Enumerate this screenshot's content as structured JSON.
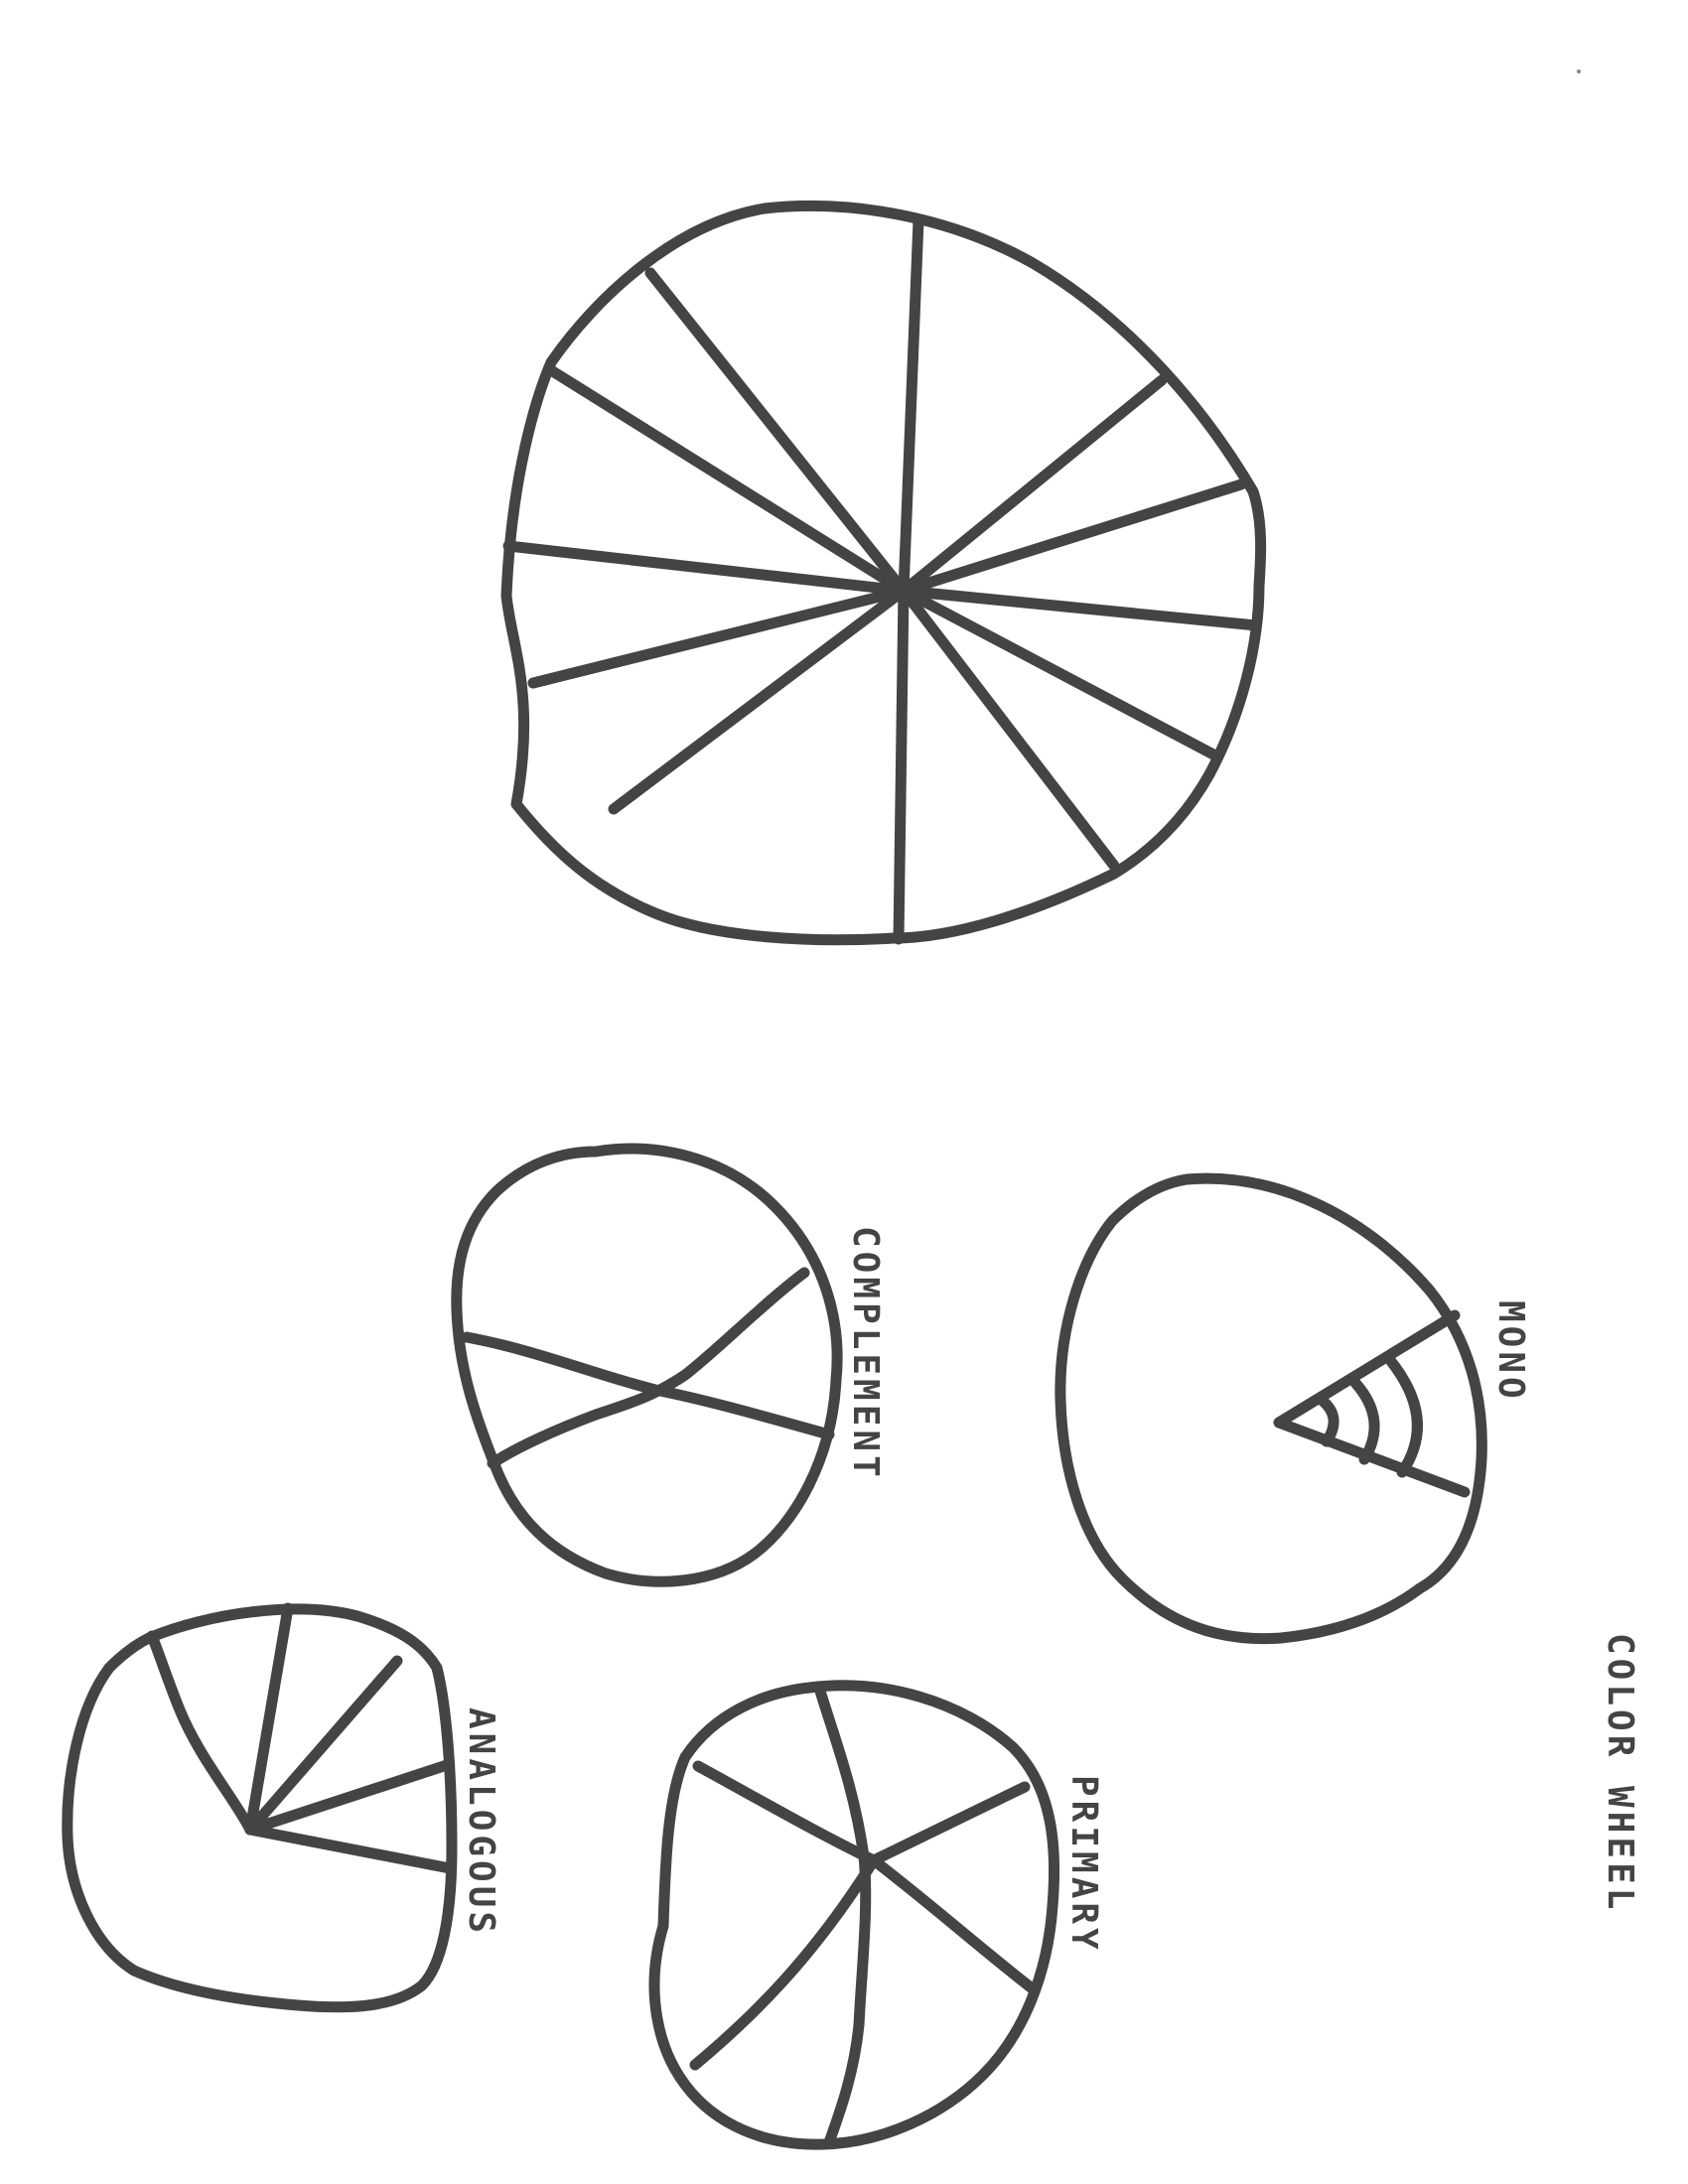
{
  "colors": {
    "ink": "#444444",
    "paper": "#ffffff"
  },
  "labels": {
    "complement": "COMPLEMENT",
    "mono": "MONO",
    "color_wheel": "COLOR WHEEL",
    "analogous": "ANALOGOUS",
    "primary": "PRIMARY"
  }
}
